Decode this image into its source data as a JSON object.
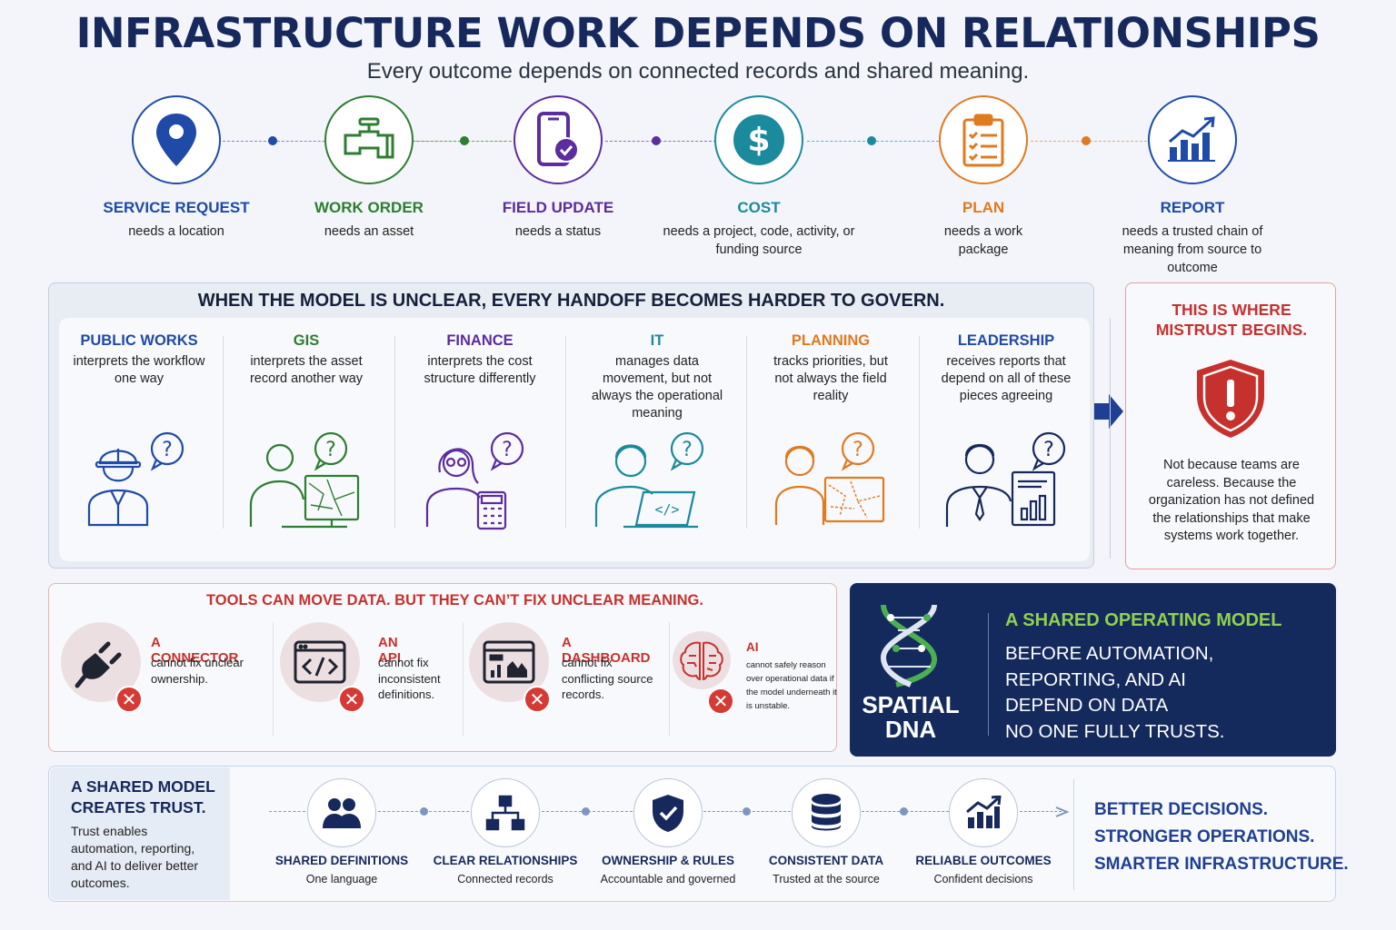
{
  "header": {
    "title": "INFRASTRUCTURE WORK DEPENDS ON RELATIONSHIPS",
    "subtitle": "Every outcome depends on connected records and shared meaning."
  },
  "flow": [
    {
      "label": "SERVICE REQUEST",
      "desc": "needs a location",
      "icon": "location-pin-icon",
      "color": "#1f4aa8"
    },
    {
      "label": "WORK ORDER",
      "desc": "needs an asset",
      "icon": "valve-icon",
      "color": "#2e7d32"
    },
    {
      "label": "FIELD UPDATE",
      "desc": "needs a status",
      "icon": "phone-check-icon",
      "color": "#5b2d9e"
    },
    {
      "label": "COST",
      "desc": "needs a project, code, activity, or funding source",
      "icon": "dollar-icon",
      "color": "#1b8a9c"
    },
    {
      "label": "PLAN",
      "desc": "needs a work package",
      "icon": "clipboard-icon",
      "color": "#e07a1f"
    },
    {
      "label": "REPORT",
      "desc": "needs a trusted chain of meaning from source to outcome",
      "icon": "bar-chart-icon",
      "color": "#1f4aa8"
    }
  ],
  "middle": {
    "title": "WHEN THE MODEL IS UNCLEAR, EVERY HANDOFF BECOMES HARDER TO GOVERN.",
    "departments": [
      {
        "label": "PUBLIC WORKS",
        "desc": "interprets the workflow one way",
        "color": "#1f4aa8"
      },
      {
        "label": "GIS",
        "desc": "interprets the asset record another way",
        "color": "#2e7d32"
      },
      {
        "label": "FINANCE",
        "desc": "interprets the cost structure differently",
        "color": "#5b2d9e"
      },
      {
        "label": "IT",
        "desc": "manages data movement, but not always the operational meaning",
        "color": "#1b8a9c"
      },
      {
        "label": "PLANNING",
        "desc": "tracks priorities, but not always the field reality",
        "color": "#e07a1f"
      },
      {
        "label": "LEADERSHIP",
        "desc": "receives reports that depend on all of these pieces agreeing",
        "color": "#1f4aa8"
      }
    ]
  },
  "mistrust": {
    "title": "THIS IS WHERE MISTRUST BEGINS.",
    "body": "Not because teams are careless. Because the organization has not defined the relationships that make systems work together."
  },
  "tools": {
    "title": "TOOLS CAN MOVE DATA. BUT THEY CAN’T FIX UNCLEAR MEANING.",
    "items": [
      {
        "label": "A CONNECTOR",
        "desc": "cannot fix unclear ownership.",
        "icon": "plug-icon"
      },
      {
        "label": "AN API",
        "desc": "cannot fix inconsistent definitions.",
        "icon": "code-window-icon"
      },
      {
        "label": "A DASHBOARD",
        "desc": "conflicting source records.",
        "desc_prefix": "cannot fix",
        "icon": "dashboard-icon"
      },
      {
        "label": "AI",
        "desc": "cannot safely reason over operational data if the model underneath it is unstable.",
        "icon": "brain-icon"
      }
    ]
  },
  "shared": {
    "brand": "SPATIAL DNA",
    "brand_line1": "SPATIAL",
    "brand_line2": "DNA",
    "kicker": "A SHARED OPERATING MODEL",
    "body_lines": [
      "BEFORE AUTOMATION,",
      "REPORTING, AND AI",
      "DEPEND ON DATA",
      "NO ONE FULLY TRUSTS."
    ]
  },
  "bottom": {
    "title_lines": [
      "A SHARED MODEL",
      "CREATES TRUST."
    ],
    "desc": "Trust enables automation, reporting, and AI to deliver better outcomes.",
    "steps": [
      {
        "label": "SHARED DEFINITIONS",
        "desc": "One language",
        "icon": "people-icon"
      },
      {
        "label": "CLEAR RELATIONSHIPS",
        "desc": "Connected records",
        "icon": "hierarchy-icon"
      },
      {
        "label": "OWNERSHIP & RULES",
        "desc": "Accountable and governed",
        "icon": "shield-check-icon"
      },
      {
        "label": "CONSISTENT DATA",
        "desc": "Trusted at the source",
        "icon": "database-icon"
      },
      {
        "label": "RELIABLE OUTCOMES",
        "desc": "Confident decisions",
        "icon": "growth-chart-icon"
      }
    ],
    "outcomes": [
      "BETTER DECISIONS.",
      "STRONGER OPERATIONS.",
      "SMARTER INFRASTRUCTURE."
    ]
  }
}
